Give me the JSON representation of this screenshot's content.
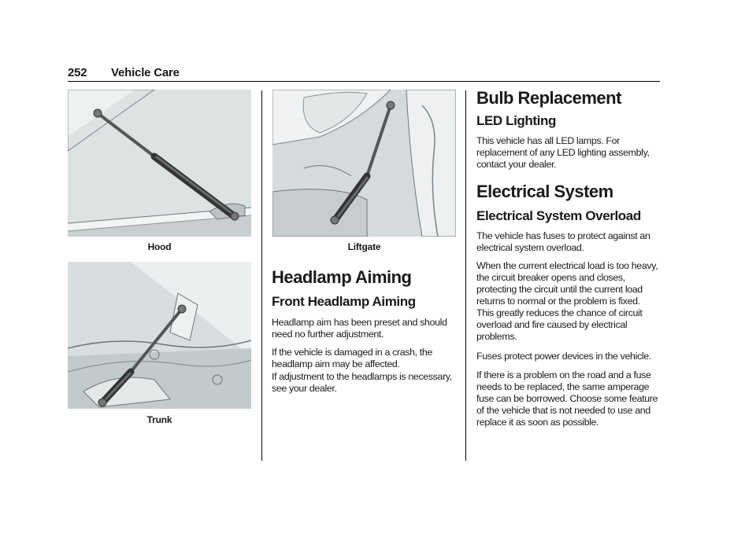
{
  "header": {
    "page_number": "252",
    "section": "Vehicle Care"
  },
  "figures": {
    "hood": {
      "caption": "Hood"
    },
    "trunk": {
      "caption": "Trunk"
    },
    "liftgate": {
      "caption": "Liftgate"
    }
  },
  "headlamp": {
    "title": "Headlamp Aiming",
    "subtitle": "Front Headlamp Aiming",
    "para1": "Headlamp aim has been preset and should need no further adjustment.",
    "para2": "If the vehicle is damaged in a crash, the headlamp aim may be affected.",
    "para3": "If adjustment to the headlamps is necessary, see your dealer."
  },
  "bulb": {
    "title": "Bulb Replacement",
    "subtitle": "LED Lighting",
    "para1": "This vehicle has all LED lamps. For replacement of any LED lighting assembly, contact your dealer."
  },
  "electrical": {
    "title": "Electrical System",
    "subtitle": "Electrical System Overload",
    "para1": "The vehicle has fuses to protect against an electrical system overload.",
    "para2": "When the current electrical load is too heavy, the circuit breaker opens and closes, protecting the circuit until the current load returns to normal or the problem is fixed. This greatly reduces the chance of circuit overload and fire caused by electrical problems.",
    "para3": "Fuses protect power devices in the vehicle.",
    "para4": "If there is a problem on the road and a fuse needs to be replaced, the same amperage fuse can be borrowed. Choose some feature of the vehicle that is not needed to use and replace it as soon as possible."
  }
}
